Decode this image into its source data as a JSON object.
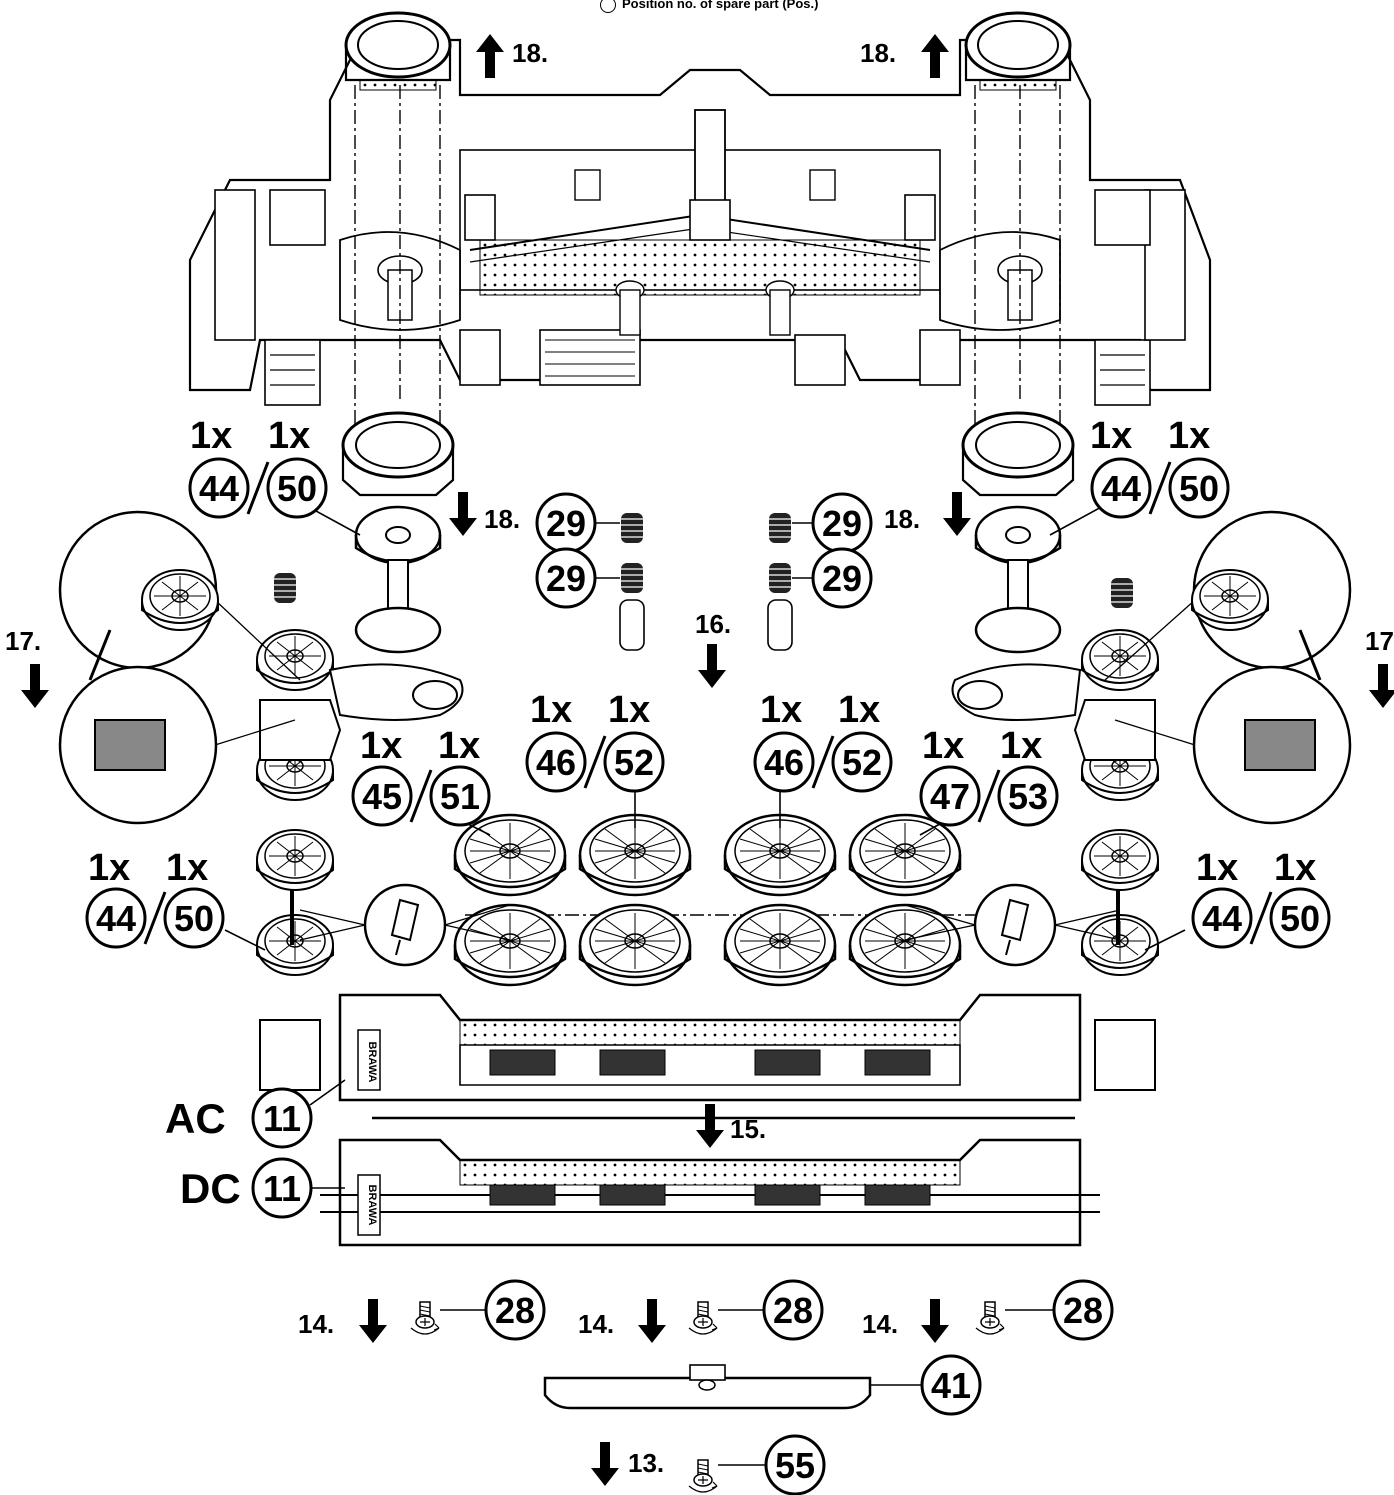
{
  "legend": {
    "text": "Position no. of spare part (Pos.)"
  },
  "steps": [
    {
      "id": "step-18-top-left",
      "label": "18."
    },
    {
      "id": "step-18-top-right",
      "label": "18."
    },
    {
      "id": "step-18-mid-left",
      "label": "18."
    },
    {
      "id": "step-18-mid-right",
      "label": "18."
    },
    {
      "id": "step-17-left",
      "label": "17."
    },
    {
      "id": "step-17-right",
      "label": "17"
    },
    {
      "id": "step-16",
      "label": "16."
    },
    {
      "id": "step-15",
      "label": "15."
    },
    {
      "id": "step-14-a",
      "label": "14."
    },
    {
      "id": "step-14-b",
      "label": "14."
    },
    {
      "id": "step-14-c",
      "label": "14."
    },
    {
      "id": "step-13",
      "label": "13."
    }
  ],
  "quantities": [
    {
      "id": "qty-44a",
      "label": "1x"
    },
    {
      "id": "qty-50a",
      "label": "1x"
    },
    {
      "id": "qty-44b",
      "label": "1x"
    },
    {
      "id": "qty-50b",
      "label": "1x"
    },
    {
      "id": "qty-45",
      "label": "1x"
    },
    {
      "id": "qty-51",
      "label": "1x"
    },
    {
      "id": "qty-46a",
      "label": "1x"
    },
    {
      "id": "qty-52a",
      "label": "1x"
    },
    {
      "id": "qty-46b",
      "label": "1x"
    },
    {
      "id": "qty-52b",
      "label": "1x"
    },
    {
      "id": "qty-47",
      "label": "1x"
    },
    {
      "id": "qty-53",
      "label": "1x"
    },
    {
      "id": "qty-44c",
      "label": "1x"
    },
    {
      "id": "qty-50c",
      "label": "1x"
    },
    {
      "id": "qty-44d",
      "label": "1x"
    },
    {
      "id": "qty-50d",
      "label": "1x"
    }
  ],
  "parts": [
    {
      "id": "pos-44-upper-left",
      "num": "44"
    },
    {
      "id": "pos-50-upper-left",
      "num": "50"
    },
    {
      "id": "pos-44-upper-right",
      "num": "44"
    },
    {
      "id": "pos-50-upper-right",
      "num": "50"
    },
    {
      "id": "pos-29-a",
      "num": "29"
    },
    {
      "id": "pos-29-b",
      "num": "29"
    },
    {
      "id": "pos-29-c",
      "num": "29"
    },
    {
      "id": "pos-29-d",
      "num": "29"
    },
    {
      "id": "pos-45",
      "num": "45"
    },
    {
      "id": "pos-51",
      "num": "51"
    },
    {
      "id": "pos-46-a",
      "num": "46"
    },
    {
      "id": "pos-52-a",
      "num": "52"
    },
    {
      "id": "pos-46-b",
      "num": "46"
    },
    {
      "id": "pos-52-b",
      "num": "52"
    },
    {
      "id": "pos-47",
      "num": "47"
    },
    {
      "id": "pos-53",
      "num": "53"
    },
    {
      "id": "pos-44-lower-left",
      "num": "44"
    },
    {
      "id": "pos-50-lower-left",
      "num": "50"
    },
    {
      "id": "pos-44-lower-right",
      "num": "44"
    },
    {
      "id": "pos-50-lower-right",
      "num": "50"
    },
    {
      "id": "pos-11-ac",
      "num": "11"
    },
    {
      "id": "pos-11-dc",
      "num": "11"
    },
    {
      "id": "pos-28-a",
      "num": "28"
    },
    {
      "id": "pos-28-b",
      "num": "28"
    },
    {
      "id": "pos-28-c",
      "num": "28"
    },
    {
      "id": "pos-41",
      "num": "41"
    },
    {
      "id": "pos-55",
      "num": "55"
    }
  ],
  "variants": {
    "ac": "AC",
    "dc": "DC"
  },
  "frame_lettering": "BRAWA",
  "colors": {
    "ink": "#000000",
    "paper": "#ffffff",
    "shade": "#555555"
  }
}
